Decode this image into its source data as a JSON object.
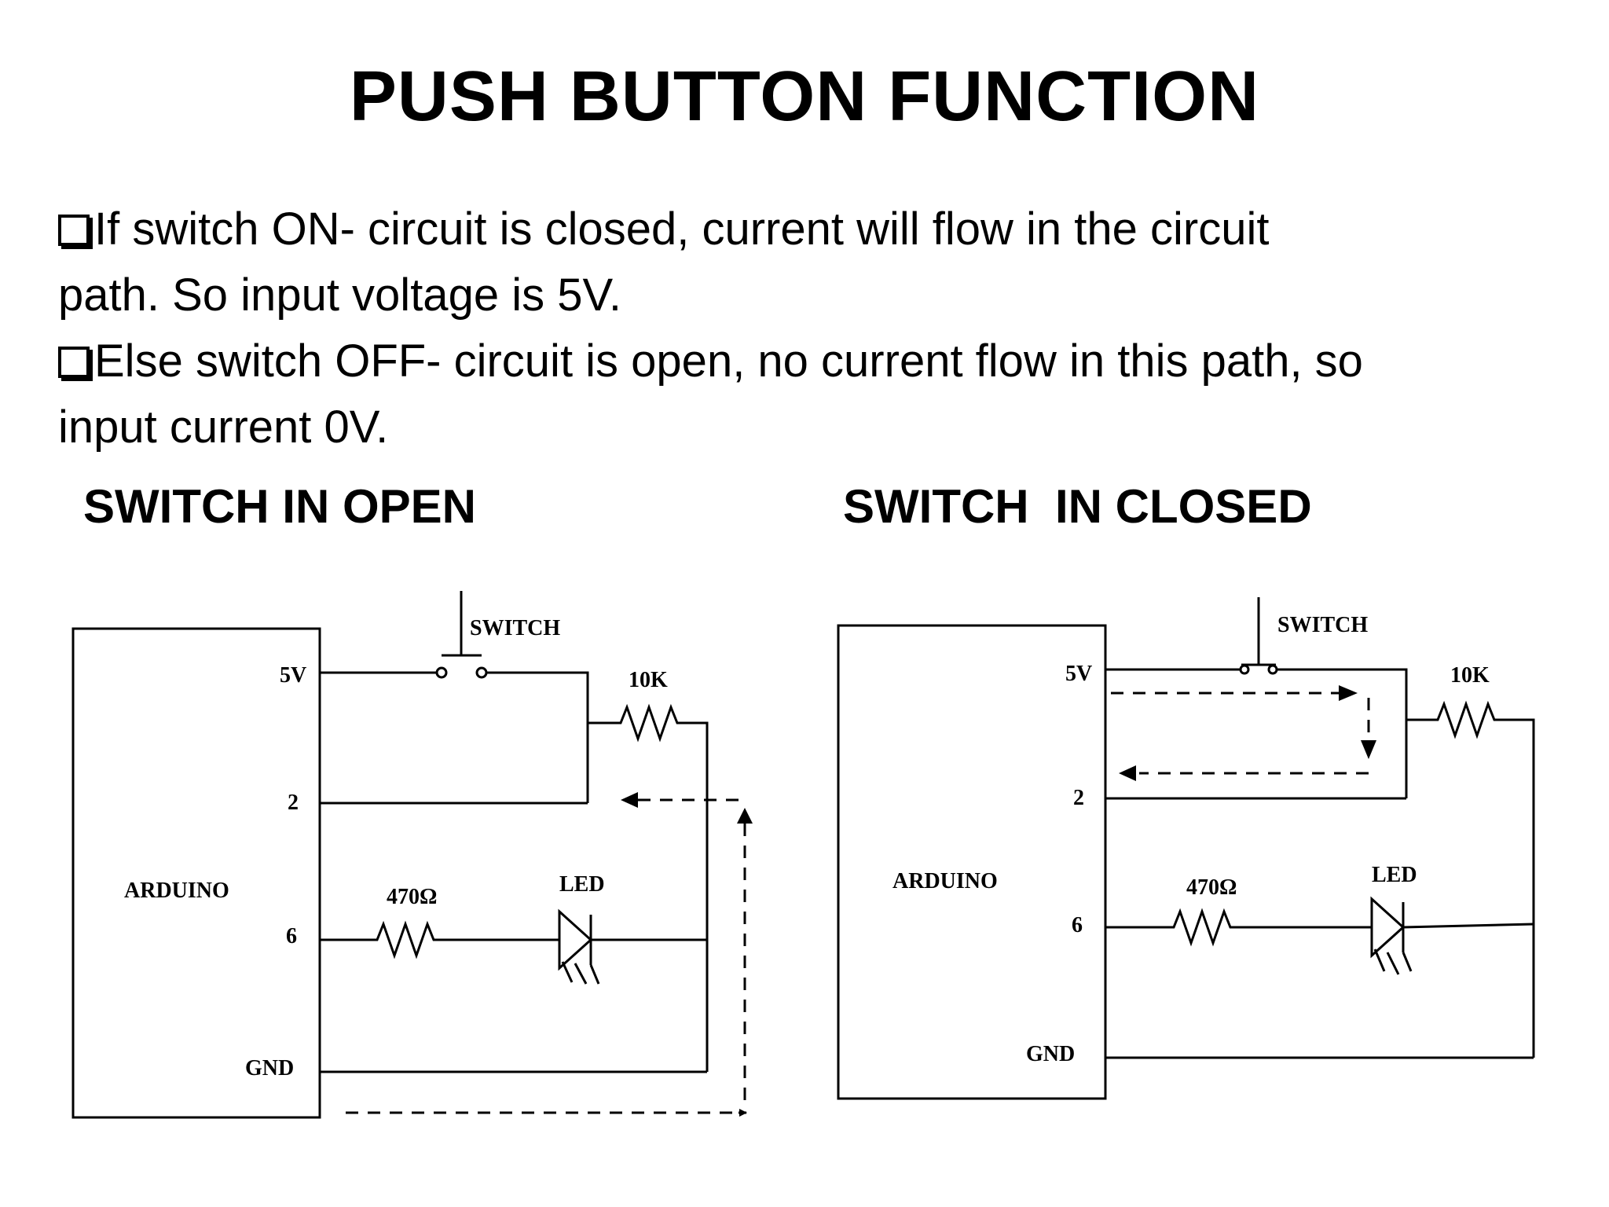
{
  "slide": {
    "title": "PUSH BUTTON FUNCTION",
    "bullets": [
      {
        "line1": "If switch ON-  circuit is closed, current will flow in the circuit",
        "line2": "path. So input voltage is 5V."
      },
      {
        "line1": "Else switch OFF- circuit is open, no current flow in this path, so",
        "line2": "input current 0V."
      }
    ],
    "bullet_icon": "hollow-square-icon"
  },
  "diagrams": {
    "open": {
      "heading": "SWITCH IN OPEN",
      "labels": {
        "switch": "SWITCH",
        "v5": "5V",
        "pin2": "2",
        "pin6": "6",
        "gnd": "GND",
        "board": "ARDUINO",
        "r10k": "10K",
        "r470": "470Ω",
        "led": "LED"
      }
    },
    "closed": {
      "heading": "SWITCH  IN CLOSED",
      "labels": {
        "switch": "SWITCH",
        "v5": "5V",
        "pin2": "2",
        "pin6": "6",
        "gnd": "GND",
        "board": "ARDUINO",
        "r10k": "10K",
        "r470": "470Ω",
        "led": "LED"
      }
    }
  }
}
